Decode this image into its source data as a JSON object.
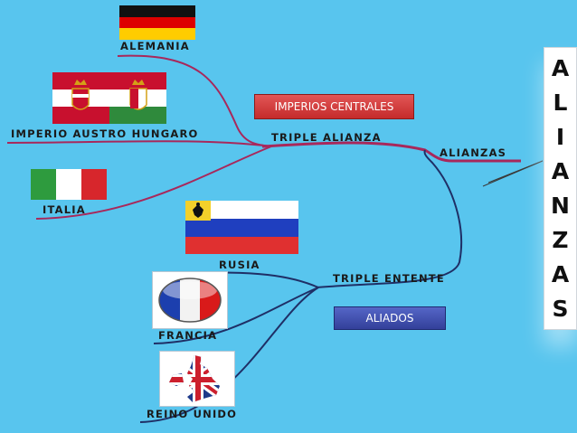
{
  "nodes": {
    "alemania": "ALEMANIA",
    "austro": "IMPERIO AUSTRO HUNGARO",
    "italia": "ITALIA",
    "triple_alianza": "TRIPLE ALIANZA",
    "alianzas": "ALIANZAS",
    "rusia": "RUSIA",
    "triple_entente": "TRIPLE ENTENTE",
    "francia": "FRANCIA",
    "reino_unido": "REINO UNIDO"
  },
  "tags": {
    "imperios_centrales": "IMPERIOS CENTRALES",
    "aliados": "ALIADOS"
  },
  "vertical_title": {
    "letters": [
      "A",
      "L",
      "I",
      "A",
      "N",
      "Z",
      "A",
      "S"
    ]
  },
  "colors": {
    "background": "#58c5ee",
    "alianza_branch": "#a8285b",
    "entente_branch": "#1f2f66",
    "imperios_tag": "#d43c3c",
    "aliados_tag": "#4252b5"
  },
  "flags": {
    "alemania": "germany-flag",
    "austro": "austria-hungary-flag",
    "italia": "italy-flag",
    "rusia": "russian-empire-flag",
    "francia": "france-flag-button",
    "reino_unido": "uk-map-flag"
  }
}
